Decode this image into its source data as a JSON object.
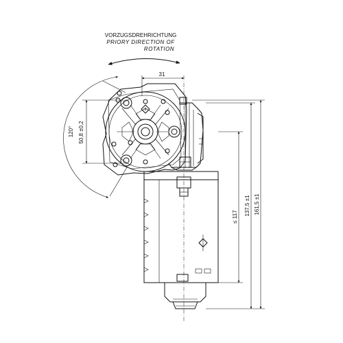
{
  "labels": {
    "rotation_de": "VORZUGSDREHRICHTUNG",
    "rotation_en_1": "PRIORY DIRECTION OF",
    "rotation_en_2": "ROTATION"
  },
  "dimensions": {
    "width_31": "31",
    "angle_120": "120°",
    "hole_spacing": "50,8 ±0,2",
    "motor_length": "≤ 117",
    "length_137": "137,5 ±1",
    "length_161": "161,5 ±1"
  }
}
